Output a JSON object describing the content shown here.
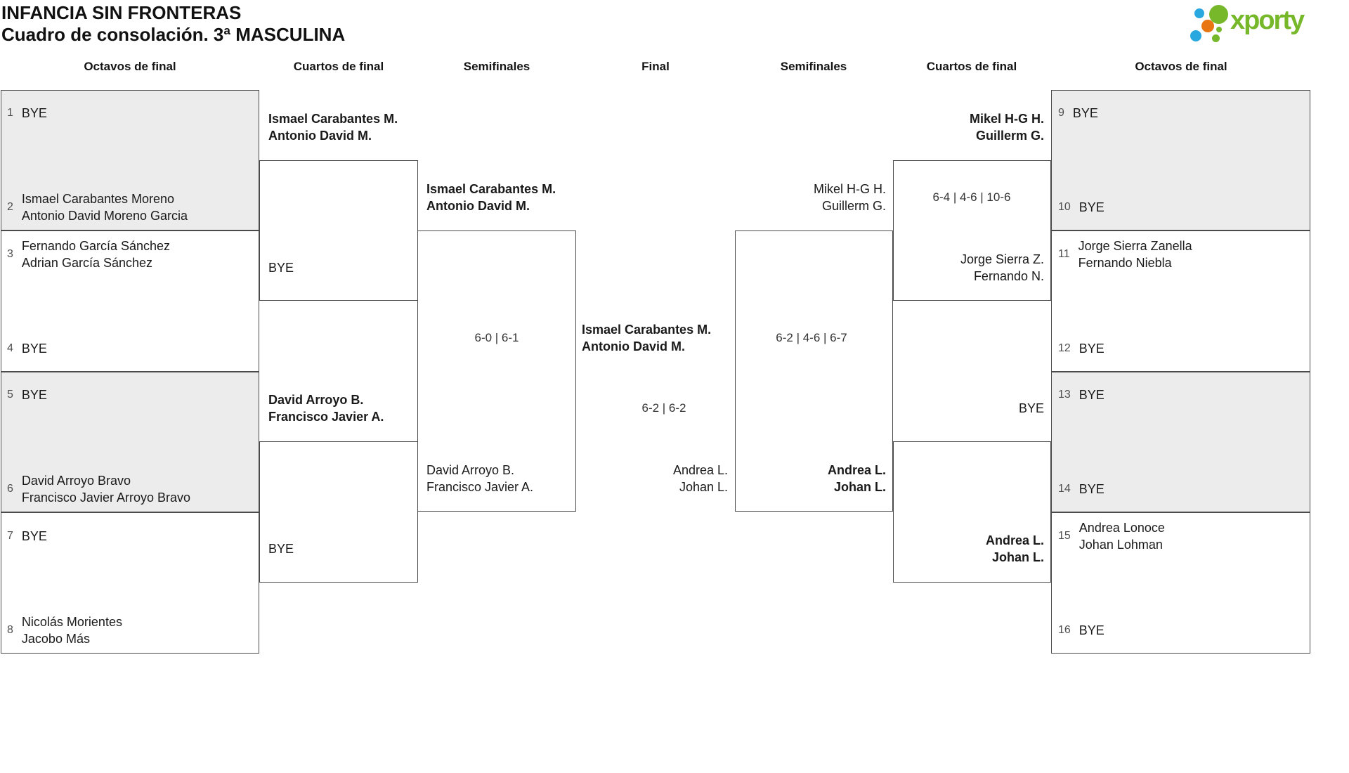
{
  "header": {
    "title_line1": "INFANCIA SIN FRONTERAS",
    "title_line2": "Cuadro de consolación. 3ª MASCULINA"
  },
  "logo": {
    "wordmark": "xporty",
    "green": "#76b82a",
    "blue": "#29a8e0",
    "orange": "#e87511"
  },
  "round_headers": [
    "Octavos de final",
    "Cuartos de final",
    "Semifinales",
    "Final",
    "Semifinales",
    "Cuartos de final",
    "Octavos de final"
  ],
  "seeds_left": [
    {
      "n": "1",
      "l1": "BYE",
      "l2": ""
    },
    {
      "n": "2",
      "l1": "Ismael Carabantes Moreno",
      "l2": "Antonio David Moreno Garcia"
    },
    {
      "n": "3",
      "l1": "Fernando García Sánchez",
      "l2": "Adrian García Sánchez"
    },
    {
      "n": "4",
      "l1": "BYE",
      "l2": ""
    },
    {
      "n": "5",
      "l1": "BYE",
      "l2": ""
    },
    {
      "n": "6",
      "l1": "David Arroyo Bravo",
      "l2": "Francisco Javier Arroyo Bravo"
    },
    {
      "n": "7",
      "l1": "BYE",
      "l2": ""
    },
    {
      "n": "8",
      "l1": "Nicolás Morientes",
      "l2": "Jacobo Más"
    }
  ],
  "seeds_right": [
    {
      "n": "9",
      "l1": "BYE",
      "l2": ""
    },
    {
      "n": "10",
      "l1": "BYE",
      "l2": ""
    },
    {
      "n": "11",
      "l1": "Jorge Sierra Zanella",
      "l2": "Fernando Niebla"
    },
    {
      "n": "12",
      "l1": "BYE",
      "l2": ""
    },
    {
      "n": "13",
      "l1": "BYE",
      "l2": ""
    },
    {
      "n": "14",
      "l1": "BYE",
      "l2": ""
    },
    {
      "n": "15",
      "l1": "Andrea Lonoce",
      "l2": "Johan Lohman"
    },
    {
      "n": "16",
      "l1": "BYE",
      "l2": ""
    }
  ],
  "matches": {
    "qf_l1": {
      "top1": "Ismael Carabantes M.",
      "top2": "Antonio David M.",
      "top_winner": true,
      "bot1": "BYE",
      "bot2": "",
      "bot_winner": false,
      "score": ""
    },
    "qf_l2": {
      "top1": "David Arroyo B.",
      "top2": "Francisco Javier A.",
      "top_winner": true,
      "bot1": "BYE",
      "bot2": "",
      "bot_winner": false,
      "score": ""
    },
    "sf_l": {
      "top1": "Ismael Carabantes M.",
      "top2": "Antonio David M.",
      "top_winner": true,
      "bot1": "David Arroyo B.",
      "bot2": "Francisco Javier A.",
      "bot_winner": false,
      "score": "6-0 | 6-1"
    },
    "final": {
      "top1": "Ismael Carabantes M.",
      "top2": "Antonio David M.",
      "top_winner": true,
      "bot1": "Andrea L.",
      "bot2": "Johan L.",
      "bot_winner": false,
      "score": "6-2 | 6-2"
    },
    "sf_r": {
      "top1": "Mikel H-G H.",
      "top2": "Guillerm G.",
      "top_winner": false,
      "bot1": "Andrea L.",
      "bot2": "Johan L.",
      "bot_winner": true,
      "score": "6-2 | 4-6 | 6-7"
    },
    "qf_r1": {
      "top1": "Mikel H-G H.",
      "top2": "Guillerm G.",
      "top_winner": true,
      "bot1": "Jorge Sierra Z.",
      "bot2": "Fernando N.",
      "bot_winner": false,
      "score": "6-4 | 4-6 | 10-6"
    },
    "qf_r2": {
      "top1": "BYE",
      "top2": "",
      "top_winner": false,
      "bot1": "Andrea L.",
      "bot2": "Johan L.",
      "bot_winner": true,
      "score": ""
    }
  }
}
